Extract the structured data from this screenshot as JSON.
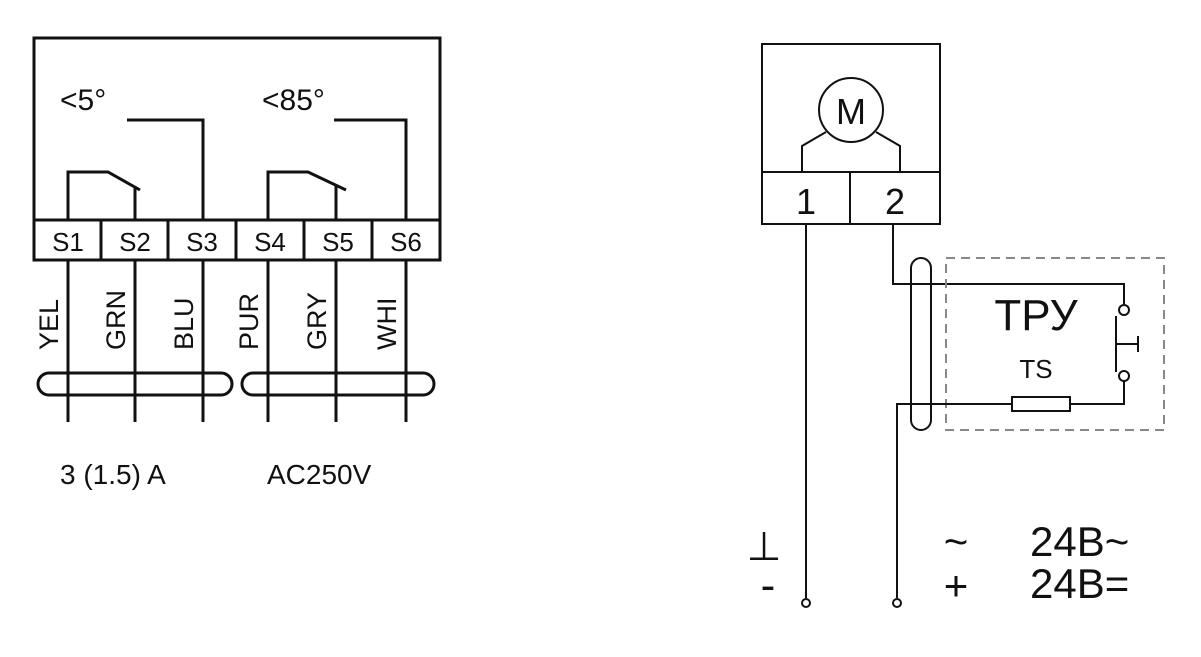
{
  "left_diagram": {
    "switch1_label": "<5°",
    "switch2_label": "<85°",
    "terminals": [
      "S1",
      "S2",
      "S3",
      "S4",
      "S5",
      "S6"
    ],
    "wire_colors": [
      "YEL",
      "GRN",
      "BLU",
      "PUR",
      "GRY",
      "WHI"
    ],
    "rating_current": "3 (1.5) A",
    "rating_voltage": "AC250V"
  },
  "right_diagram": {
    "motor_label": "M",
    "terminals": [
      "1",
      "2"
    ],
    "controller_label": "ТРУ",
    "controller_sublabel": "TS",
    "ground_symbol": "⊥",
    "minus_symbol": "-",
    "tilde_symbol": "~",
    "plus_symbol": "+",
    "ac_supply": "24В~",
    "dc_supply": "24В="
  }
}
